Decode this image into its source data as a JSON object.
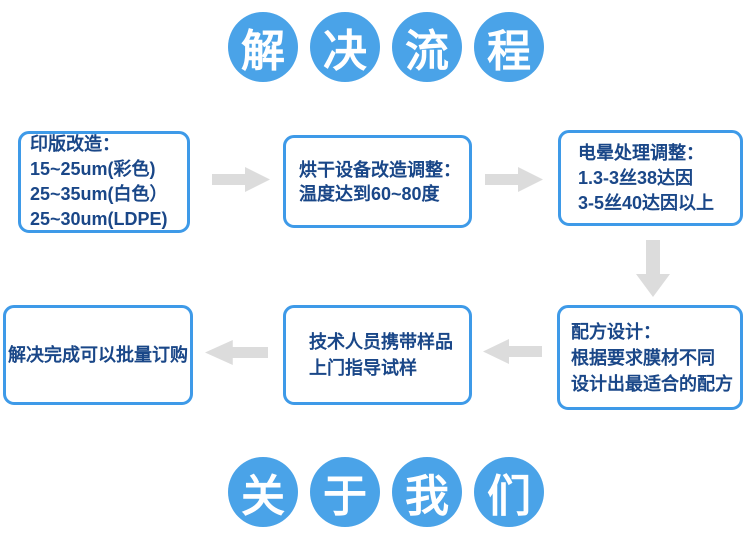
{
  "titles": {
    "top": {
      "label": "解决流程",
      "chars": [
        "解",
        "决",
        "流",
        "程"
      ]
    },
    "bottom": {
      "label": "关于我们",
      "chars": [
        "关",
        "于",
        "我",
        "们"
      ]
    }
  },
  "flow": {
    "boxes": [
      {
        "name": "plate-modification",
        "lines": [
          "印版改造：",
          "15~25um(彩色)",
          "25~35um(白色）",
          "25~30um(LDPE)"
        ]
      },
      {
        "name": "drying-equipment",
        "lines": [
          "烘干设备改造调整：",
          "温度达到60~80度"
        ]
      },
      {
        "name": "corona-treatment",
        "lines": [
          "电晕处理调整：",
          "1.3-3丝38达因",
          "3-5丝40达因以上"
        ]
      },
      {
        "name": "formula-design",
        "lines": [
          "配方设计：",
          "根据要求膜材不同",
          "设计出最适合的配方"
        ]
      },
      {
        "name": "technician-visit",
        "lines": [
          "技术人员携带样品",
          "上门指导试样"
        ]
      },
      {
        "name": "bulk-order",
        "lines": [
          "解决完成可以批量订购"
        ]
      }
    ]
  },
  "colors": {
    "circle_blue": "#4AA3E8",
    "box_border_blue": "#3E9AE8",
    "text_navy": "#1A4788",
    "arrow_gray": "#DCDCDC",
    "background": "#FFFFFF"
  }
}
